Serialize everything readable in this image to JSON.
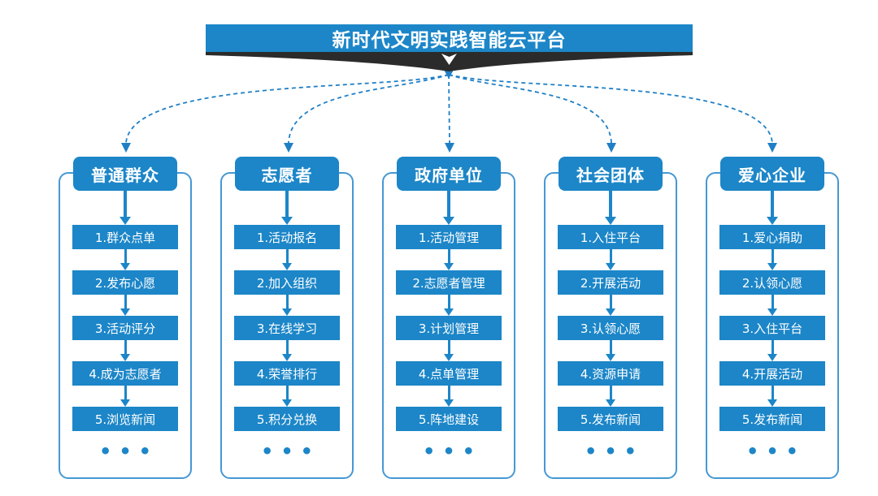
{
  "title": "新时代文明实践智能云平台",
  "ellipsis": "•••",
  "colors": {
    "primary": "#1c86c8",
    "border": "#4598d4",
    "dash": "#1f7fc5",
    "ribbon": "#2b2b2b",
    "background": "#ffffff"
  },
  "columns": [
    {
      "header": "普通群众",
      "items": [
        "1.群众点单",
        "2.发布心愿",
        "3.活动评分",
        "4.成为志愿者",
        "5.浏览新闻"
      ]
    },
    {
      "header": "志愿者",
      "items": [
        "1.活动报名",
        "2.加入组织",
        "3.在线学习",
        "4.荣誉排行",
        "5.积分兑换"
      ]
    },
    {
      "header": "政府单位",
      "items": [
        "1.活动管理",
        "2.志愿者管理",
        "3.计划管理",
        "4.点单管理",
        "5.阵地建设"
      ]
    },
    {
      "header": "社会团体",
      "items": [
        "1.入住平台",
        "2.开展活动",
        "3.认领心愿",
        "4.资源申请",
        "5.发布新闻"
      ]
    },
    {
      "header": "爱心企业",
      "items": [
        "1.爱心捐助",
        "2.认领心愿",
        "3.入住平台",
        "4.开展活动",
        "5.发布新闻"
      ]
    }
  ]
}
